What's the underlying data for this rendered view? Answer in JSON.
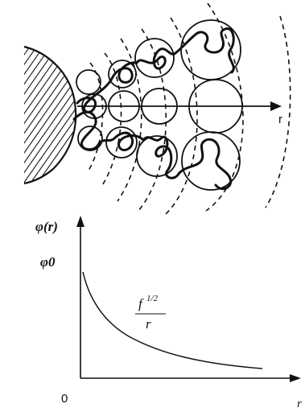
{
  "top_diagram": {
    "axis_label": "r"
  },
  "graph": {
    "y_axis_label": "φ(r)",
    "y_tick_label": "φ0",
    "origin_label": "0",
    "x_axis_label": "r",
    "curve_label": {
      "numerator_base": "f",
      "numerator_exponent": "1/2",
      "denominator": "r"
    }
  }
}
